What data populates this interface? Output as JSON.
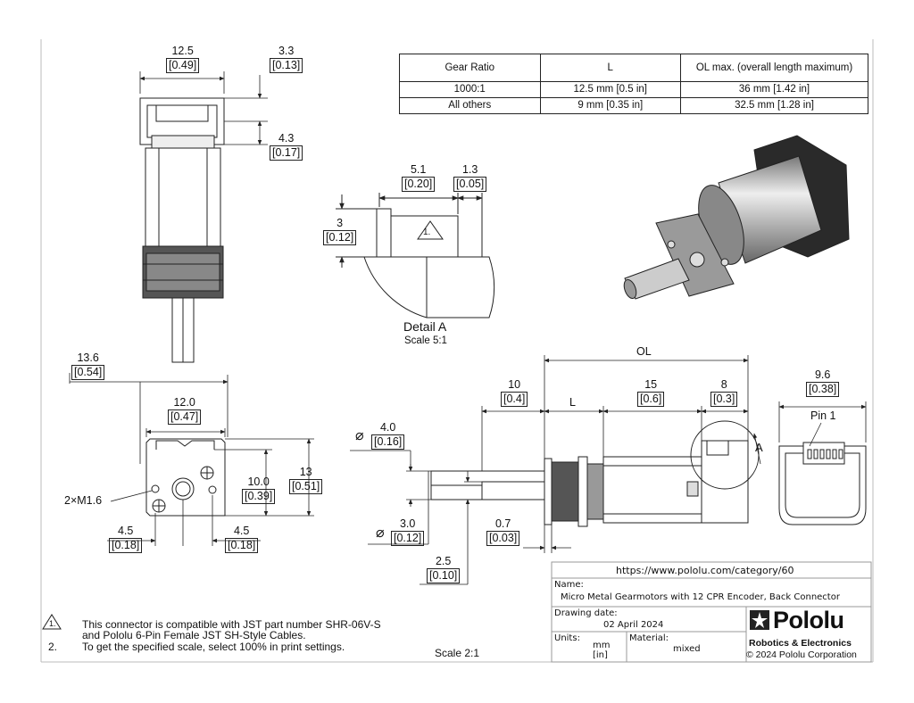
{
  "gear_table": {
    "headers": [
      "Gear Ratio",
      "L",
      "OL max. (overall length maximum)"
    ],
    "rows": [
      [
        "1000:1",
        "12.5 mm [0.5 in]",
        "36 mm [1.42 in]"
      ],
      [
        "All others",
        "9 mm [0.35 in]",
        "32.5 mm [1.28 in]"
      ]
    ]
  },
  "top_view": {
    "width_mm": "12.5",
    "width_in": "[0.49]",
    "offset_mm": "3.3",
    "offset_in": "[0.13]",
    "conn_mm": "4.3",
    "conn_in": "[0.17]"
  },
  "detail_a": {
    "w_mm": "5.1",
    "w_in": "[0.20]",
    "t_mm": "1.3",
    "t_in": "[0.05]",
    "h_mm": "3",
    "h_in": "[0.12]",
    "note_mark": "1.",
    "title": "Detail A",
    "scale": "Scale 5:1"
  },
  "front_view": {
    "overall_mm": "13.6",
    "overall_in": "[0.54]",
    "width_mm": "12.0",
    "width_in": "[0.47]",
    "height_mm": "13",
    "height_in": "[0.51]",
    "inner_mm": "10.0",
    "inner_in": "[0.39]",
    "screws": "2×M1.6",
    "left_mm": "4.5",
    "left_in": "[0.18]",
    "right_mm": "4.5",
    "right_in": "[0.18]"
  },
  "side_view": {
    "ol": "OL",
    "shaft_mm": "10",
    "shaft_in": "[0.4]",
    "l": "L",
    "body_mm": "15",
    "body_in": "[0.6]",
    "enc_mm": "8",
    "enc_in": "[0.3]",
    "dia_sym": "⌀",
    "d1_mm": "4.0",
    "d1_in": "[0.16]",
    "d2_mm": "3.0",
    "d2_in": "[0.12]",
    "flat_mm": "2.5",
    "flat_in": "[0.10]",
    "gap_mm": "0.7",
    "gap_in": "[0.03]",
    "detail_letter": "A"
  },
  "back_view": {
    "width_mm": "9.6",
    "width_in": "[0.38]",
    "pin": "Pin 1"
  },
  "notes": [
    {
      "num": "1.",
      "text": "This connector is compatible with JST part number SHR-06V-S\nand Pololu 6-Pin Female JST SH-Style Cables."
    },
    {
      "num": "2.",
      "text": "To get the specified scale, select 100% in print settings."
    }
  ],
  "scale_main": "Scale 2:1",
  "title_block": {
    "url": "https://www.pololu.com/category/60",
    "name_label": "Name:",
    "name": "Micro Metal Gearmotors with 12 CPR Encoder, Back Connector",
    "date_label": "Drawing date:",
    "date": "02 April 2024",
    "units_label": "Units:",
    "units_mm": "mm",
    "units_in": "[in]",
    "material_label": "Material:",
    "material": "mixed",
    "brand": "Pololu",
    "tagline": "Robotics & Electronics",
    "copyright": "© 2024 Pololu Corporation"
  },
  "colors": {
    "line": "#222222",
    "metal": "#bfbfbf",
    "dark": "#2a2a2a",
    "red_accent": "#b01d1d"
  }
}
